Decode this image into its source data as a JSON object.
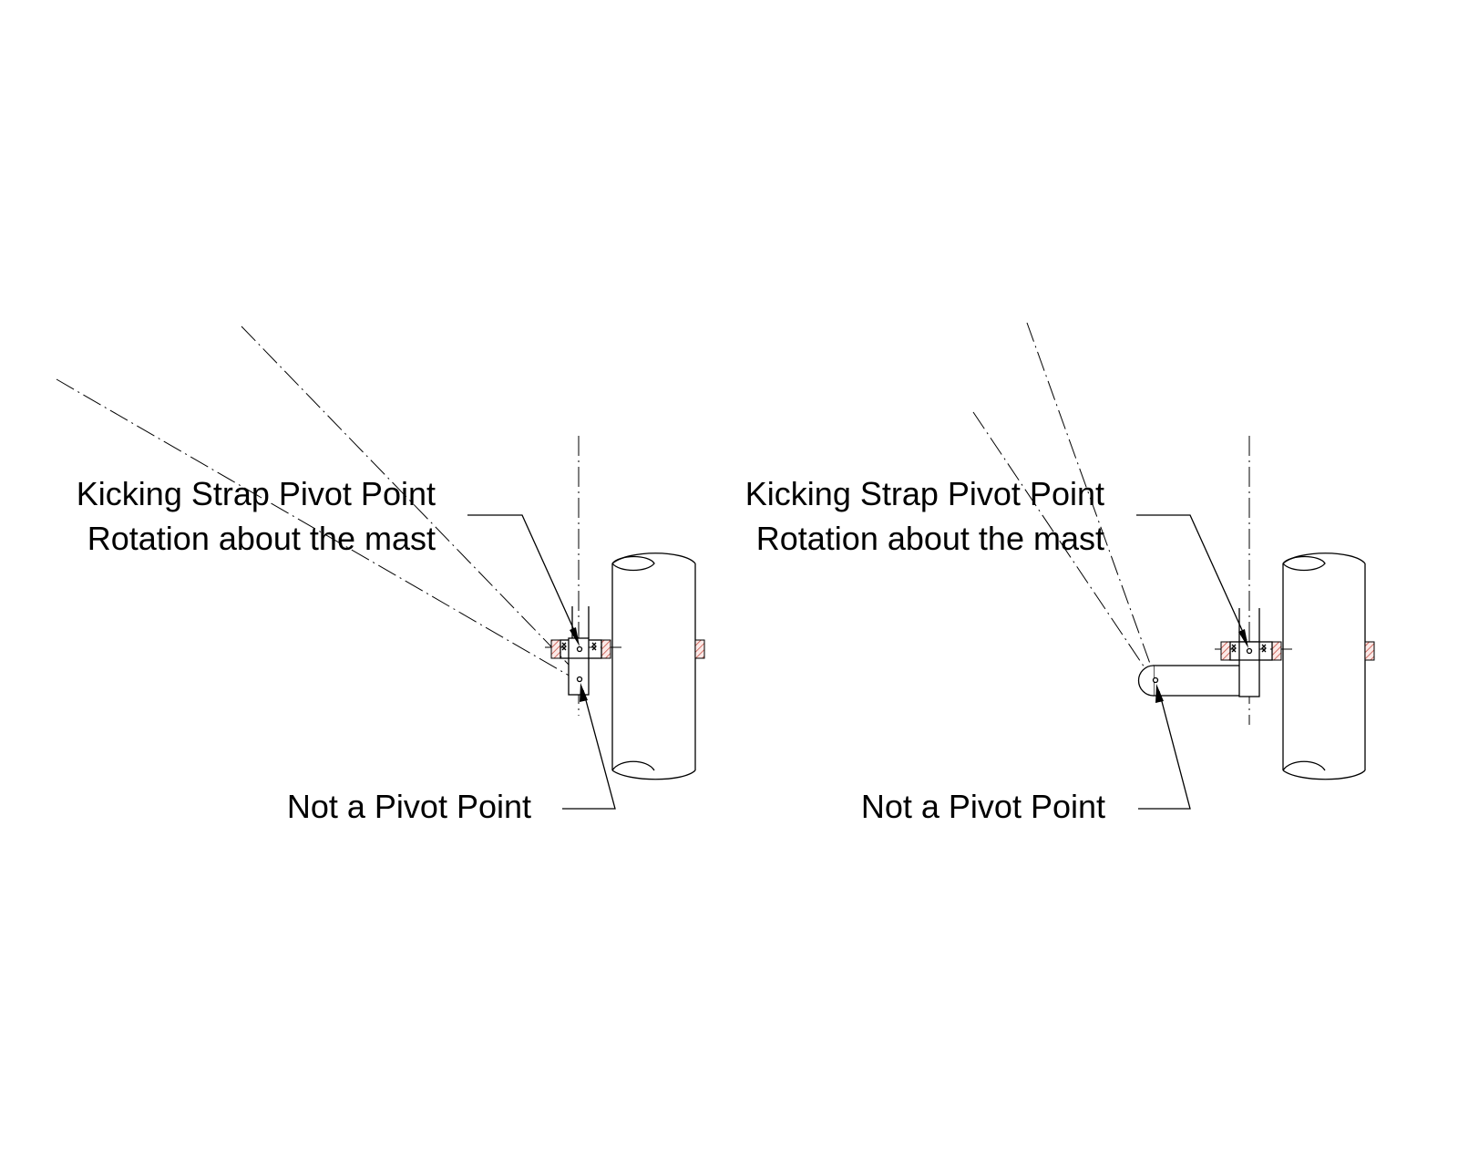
{
  "views": [
    {
      "id": "left",
      "pivot_label_line1": "Kicking Strap Pivot Point",
      "pivot_label_line2": "Rotation about the mast",
      "not_pivot_label": "Not a Pivot Point"
    },
    {
      "id": "right",
      "pivot_label_line1": "Kicking Strap Pivot Point",
      "pivot_label_line2": "Rotation about the mast",
      "not_pivot_label": "Not a Pivot Point"
    }
  ],
  "colors": {
    "line": "#000000",
    "hatch": "#c0392b",
    "background": "#ffffff"
  }
}
